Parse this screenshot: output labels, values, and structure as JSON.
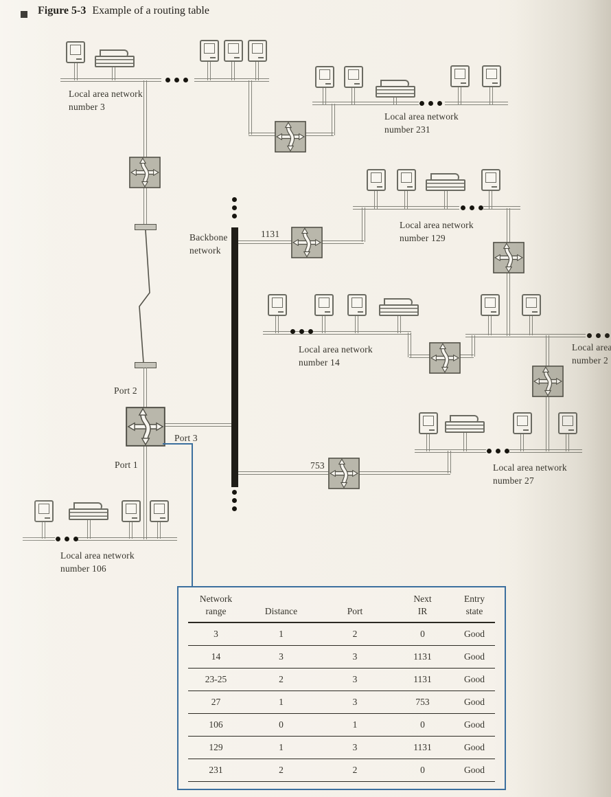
{
  "figure": {
    "title_label": "Figure 5-3",
    "title_text": "Example of a routing table"
  },
  "diagram": {
    "lan3": "Local area network\nnumber 3",
    "lan231": "Local area network\nnumber 231",
    "lan129": "Local area network\nnumber 129",
    "lan14": "Local area network\nnumber 14",
    "lan23_25": "Local area\nnumber 2",
    "lan27": "Local area network\nnumber 27",
    "lan106": "Local area network\nnumber 106",
    "backbone": "Backbone\nnetwork",
    "net_1131": "1131",
    "net_753": "753",
    "port1": "Port 1",
    "port2": "Port 2",
    "port3": "Port 3"
  },
  "routing_table": {
    "headers": [
      "Network\nrange",
      "Distance",
      "Port",
      "Next\nIR",
      "Entry\nstate"
    ],
    "rows": [
      [
        "3",
        "1",
        "2",
        "0",
        "Good"
      ],
      [
        "14",
        "3",
        "3",
        "1131",
        "Good"
      ],
      [
        "23-25",
        "2",
        "3",
        "1131",
        "Good"
      ],
      [
        "27",
        "1",
        "3",
        "753",
        "Good"
      ],
      [
        "106",
        "0",
        "1",
        "0",
        "Good"
      ],
      [
        "129",
        "1",
        "3",
        "1131",
        "Good"
      ],
      [
        "231",
        "2",
        "2",
        "0",
        "Good"
      ]
    ]
  },
  "icons": {
    "router": "crossed-arrows-router",
    "computer": "classic-mac",
    "printer": "laser-printer",
    "ellipsis": "three-dots"
  },
  "colors": {
    "table_border": "#3b6f9e",
    "callout_line": "#3b6f9e",
    "router_fill": "#b9b7ab",
    "backbone": "#201e18",
    "paper": "#f4f0e8"
  }
}
